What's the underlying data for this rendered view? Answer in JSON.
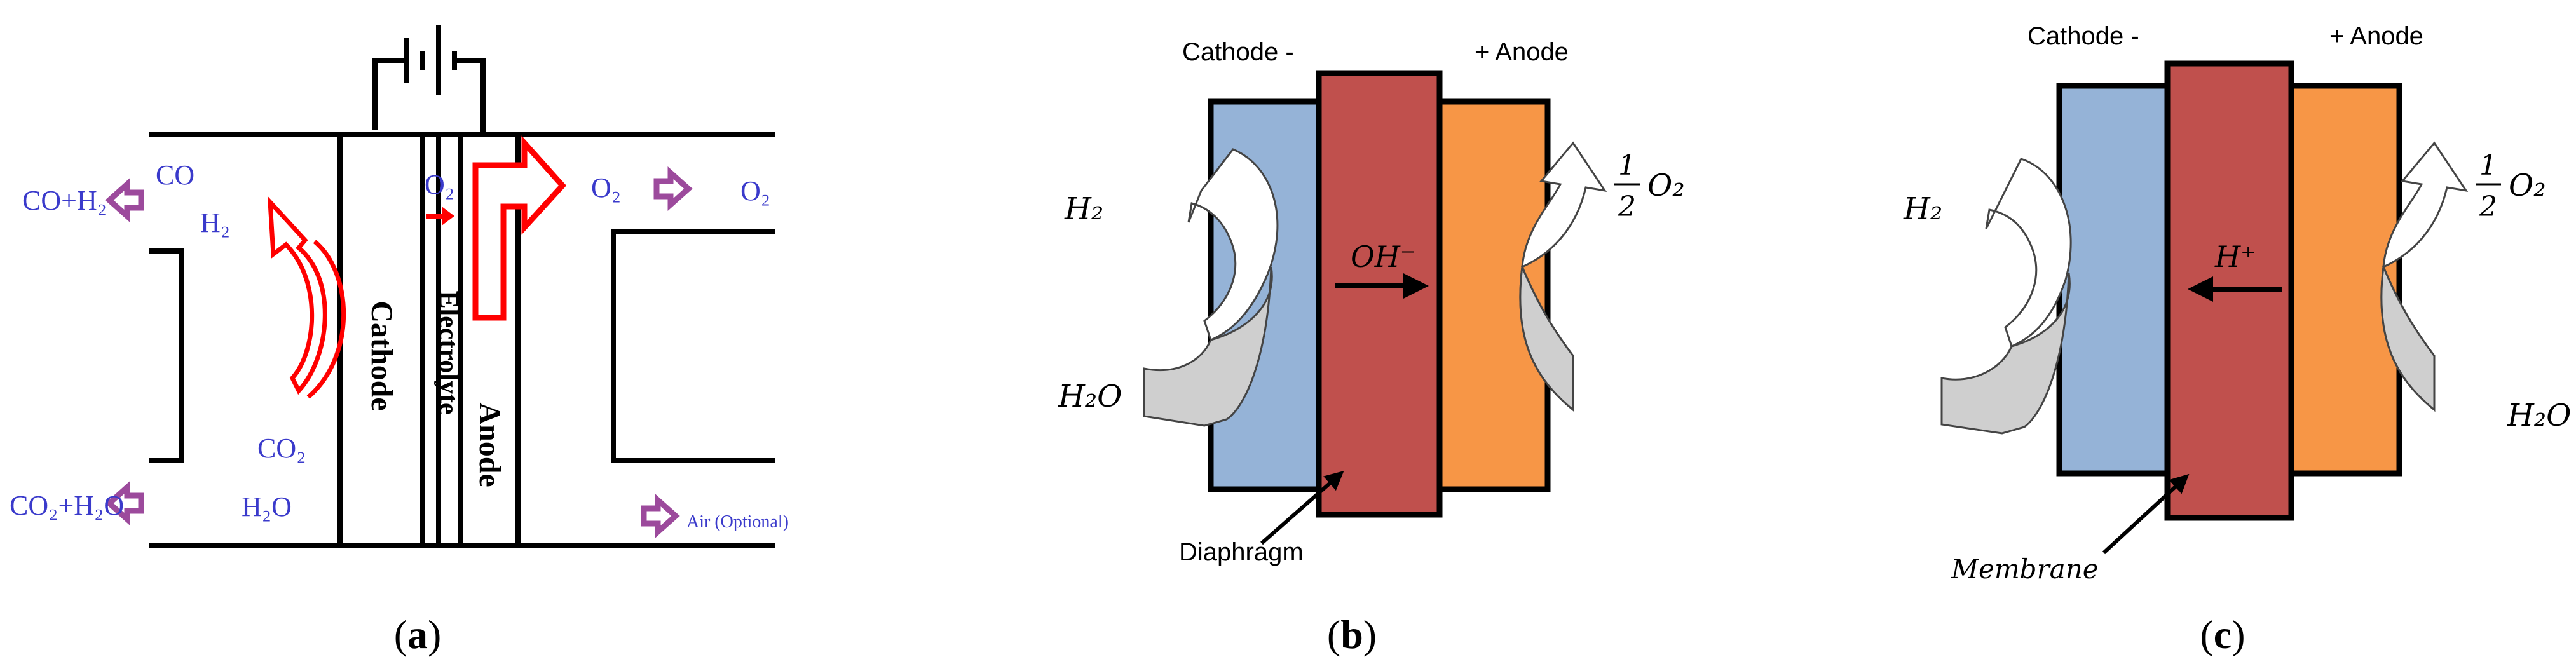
{
  "panel_a": {
    "caption_open": "(",
    "caption_letter": "a",
    "caption_close": ")",
    "cathode": "Cathode",
    "electrolyte": "Electrolyte",
    "anode": "Anode",
    "out_top_left": "CO+H₂",
    "co": "CO",
    "h2": "H₂",
    "o2_inner": "O₂",
    "o2_mid": "O₂",
    "o2_right": "O₂",
    "co2": "CO₂",
    "h2o": "H₂O",
    "out_bottom_left": "CO₂+H₂O",
    "air": "Air (Optional)"
  },
  "panel_b": {
    "caption_open": "(",
    "caption_letter": "b",
    "caption_close": ")",
    "cathode": "Cathode -",
    "anode": "+ Anode",
    "h2": "H₂",
    "h2o": "H₂O",
    "ion": "OH⁻",
    "half_num": "1",
    "half_den": "2",
    "o2": "O₂",
    "separator": "Diaphragm"
  },
  "panel_c": {
    "caption_open": "(",
    "caption_letter": "c",
    "caption_close": ")",
    "cathode": "Cathode -",
    "anode": "+ Anode",
    "h2": "H₂",
    "h2o": "H₂O",
    "ion": "H⁺",
    "half_num": "1",
    "half_den": "2",
    "o2": "O₂",
    "separator": "Membrane"
  },
  "colors": {
    "cathode": "#95b3d7",
    "membrane": "#c0504d",
    "anode": "#f79646",
    "label_blue": "#3a3acb",
    "red_arrow": "#ff0000",
    "purple_arrow": "#9c4a9c"
  }
}
